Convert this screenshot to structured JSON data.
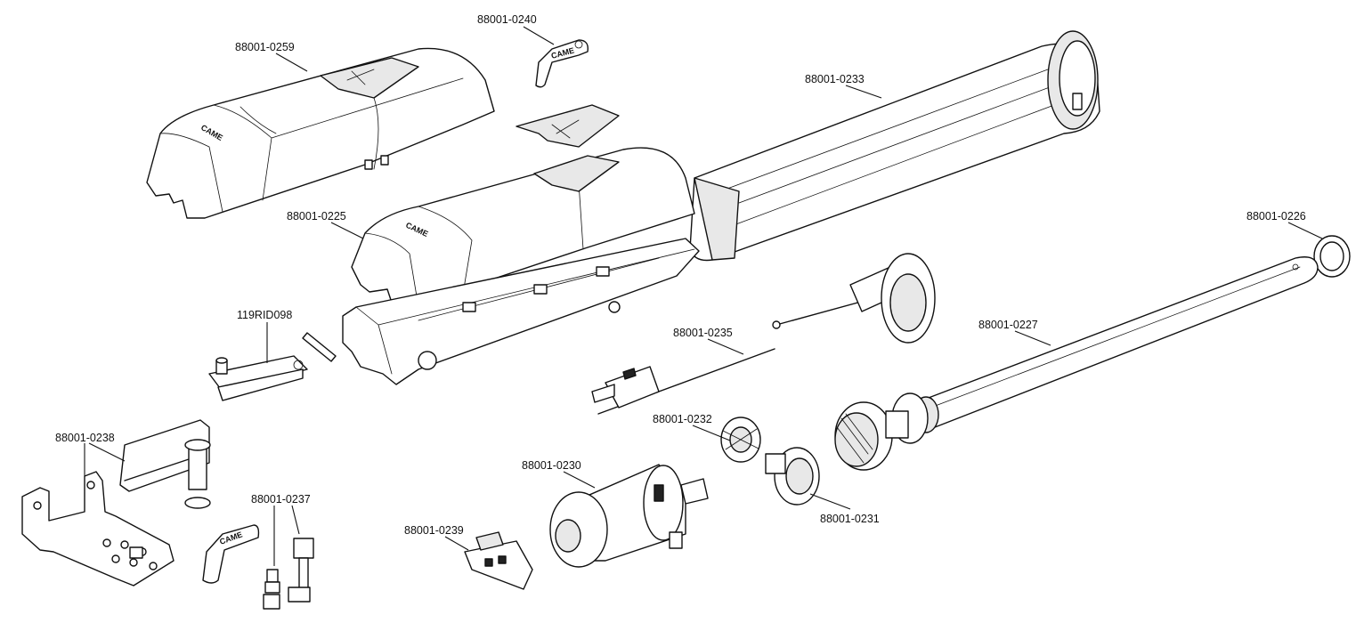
{
  "brand_text": "CAME",
  "labels": {
    "p0240": "88001-0240",
    "p0259": "88001-0259",
    "p0233": "88001-0233",
    "p0225": "88001-0225",
    "p0226": "88001-0226",
    "p119": "119RID098",
    "p0227": "88001-0227",
    "p0235": "88001-0235",
    "p0232": "88001-0232",
    "p0238": "88001-0238",
    "p0230": "88001-0230",
    "p0231": "88001-0231",
    "p0237": "88001-0237",
    "p0239": "88001-0239"
  }
}
